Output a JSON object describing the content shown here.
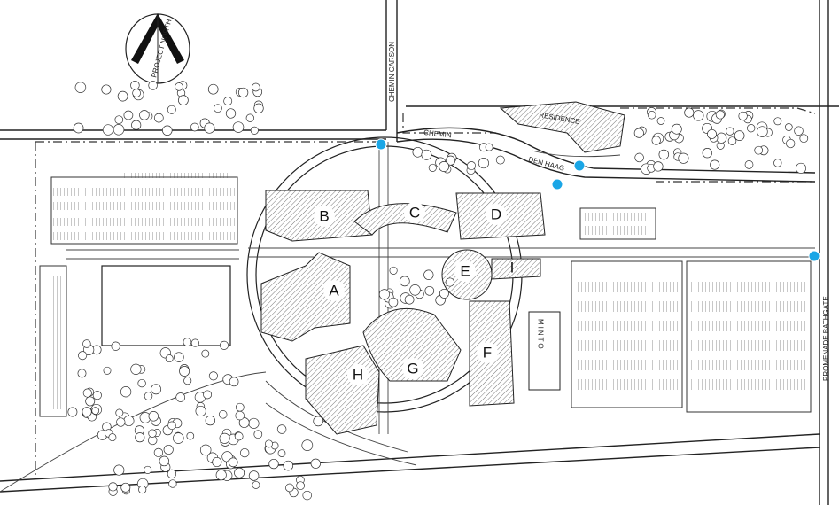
{
  "streets": {
    "chemin_carson": "CHEMIN CARSON",
    "chemin": "CHEMIN",
    "den_haag": "DEN HAAG",
    "promenade_bathgate": "PROMENADE BATHGATE"
  },
  "north_arrow_label": "PROJECT NORTH",
  "residence_label": "RESIDENCE",
  "minto_label": "MINTO",
  "buildings": {
    "A": "A",
    "B": "B",
    "C": "C",
    "D": "D",
    "E": "E",
    "F": "F",
    "G": "G",
    "H": "H",
    "I": "I"
  },
  "colors": {
    "marker": "#1aa6e6",
    "lines": "#222222"
  },
  "access_points": [
    "entrance-carson",
    "entrance-den-haag-1",
    "entrance-den-haag-2",
    "entrance-bathgate"
  ]
}
